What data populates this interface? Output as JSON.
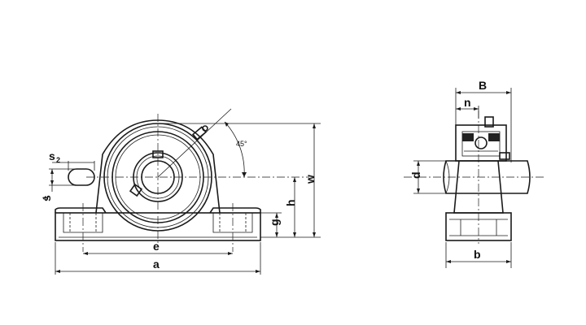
{
  "labels": {
    "s2": "s",
    "s2_sub": "2",
    "s1": "s",
    "s1_sub": "1",
    "e": "e",
    "a": "a",
    "h": "h",
    "g": "g",
    "w": "w",
    "angle": "45°",
    "B": "B",
    "n": "n",
    "d": "d",
    "b": "b"
  }
}
